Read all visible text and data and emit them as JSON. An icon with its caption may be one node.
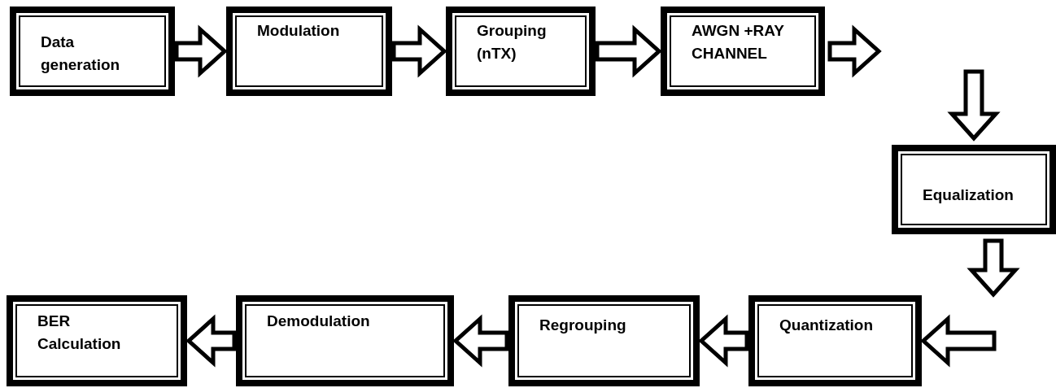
{
  "diagram": {
    "nodes": [
      {
        "text": [
          "Data generation"
        ]
      },
      {
        "text": [
          "Modulation"
        ]
      },
      {
        "text": [
          "Grouping (nTX)"
        ]
      },
      {
        "text": [
          "AWGN +RAY CHANNEL"
        ]
      },
      {
        "text": [
          "Equalization"
        ]
      },
      {
        "text": [
          "Quantization"
        ]
      },
      {
        "text": [
          "Regrouping"
        ]
      },
      {
        "text": [
          "Demodulation"
        ]
      },
      {
        "text": [
          "BER Calculation"
        ]
      }
    ],
    "edges": [
      {
        "from": 0,
        "to": 1,
        "arrow": "to"
      },
      {
        "from": 1,
        "to": 2,
        "arrow": "to"
      },
      {
        "from": 2,
        "to": 3,
        "arrow": "to"
      },
      {
        "from": 3,
        "to": null,
        "arrow": "to"
      },
      {
        "from": null,
        "to": 4,
        "arrow": "to"
      },
      {
        "from": 4,
        "to": null,
        "arrow": "to"
      },
      {
        "from": null,
        "to": 5,
        "arrow": "to"
      },
      {
        "from": 5,
        "to": 6,
        "arrow": "to"
      },
      {
        "from": 6,
        "to": 7,
        "arrow": "to"
      },
      {
        "from": 7,
        "to": 8,
        "arrow": "to"
      }
    ]
  }
}
